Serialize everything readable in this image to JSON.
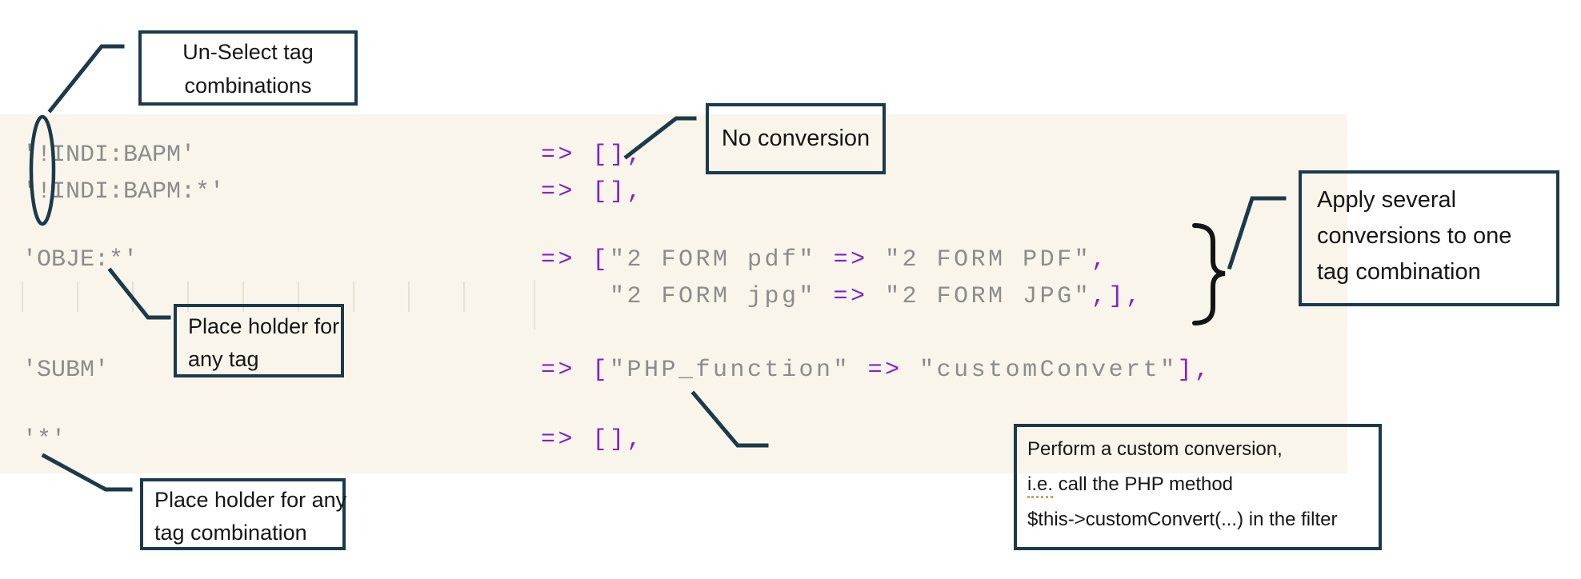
{
  "figure": {
    "description_palette": {
      "code_background": "#FAF5EB",
      "code_string_color": "#8C8C8C",
      "code_punctuation_color": "#7E22CE",
      "callout_border_color": "#1B3A4B",
      "callout_text_color": "#161616",
      "leader_line_color": "#1B3A4B",
      "brace_color": "#141414"
    }
  },
  "code": {
    "r1": {
      "key": "'!INDI:BAPM'",
      "val": "=> [],"
    },
    "r2": {
      "key": "'!INDI:BAPM:*'",
      "val": "=> [],"
    },
    "r3": {
      "key": "'OBJE:*'",
      "t1": "=> [",
      "t2": "\"2 FORM pdf\"",
      "t3": " => ",
      "t4": "\"2 FORM PDF\"",
      "t5": ","
    },
    "r4": {
      "t1": "\"2 FORM jpg\"",
      "t2": " => ",
      "t3": "\"2 FORM JPG\"",
      "t4": ",],"
    },
    "r5": {
      "key": "'SUBM'",
      "t1": "=> [",
      "t2": "\"PHP_function\"",
      "t3": " => ",
      "t4": "\"customConvert\"",
      "t5": "],"
    },
    "r6": {
      "key": "'*'",
      "val": "=> [],"
    }
  },
  "callouts": {
    "unselect": {
      "line1": "Un-Select tag",
      "line2": "combinations"
    },
    "no_conversion": {
      "line1": "No conversion"
    },
    "apply": {
      "line1": "Apply several",
      "line2": "conversions to one",
      "line3": "tag combination"
    },
    "ph_tag": {
      "line1": "Place holder for",
      "line2": "any tag"
    },
    "ph_combo": {
      "line1": "Place holder for any",
      "line2": "tag combination"
    },
    "custom": {
      "line1": "Perform a custom conversion,",
      "line2_ie": "i.e.",
      "line2_rest": " call the PHP method",
      "line3": "$this->customConvert(...) in the filter"
    }
  }
}
